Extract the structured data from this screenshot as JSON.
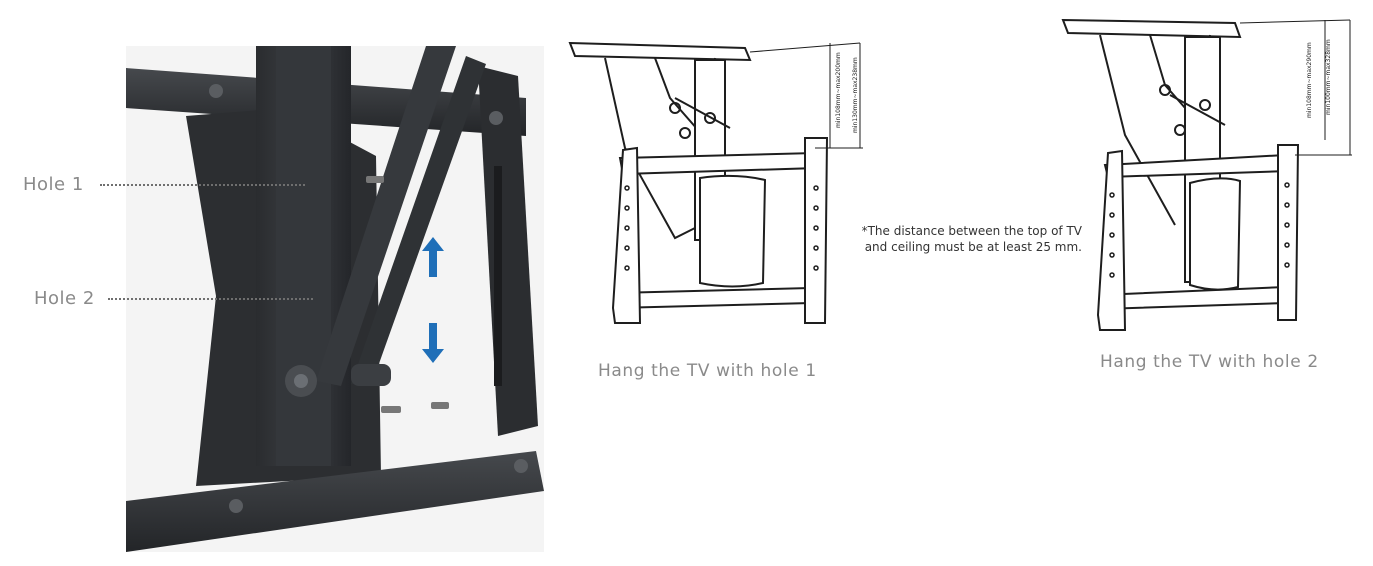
{
  "photo": {
    "hole1_label": "Hole 1",
    "hole2_label": "Hole 2",
    "arrow_color": "#1f6fb8",
    "metal_color": "#2e3033"
  },
  "diagram_left": {
    "caption": "Hang the TV with hole 1",
    "dim_inner": "min108mm~max200mm",
    "dim_outer": "min130mm~max238mm"
  },
  "diagram_right": {
    "caption": "Hang the TV with hole 2",
    "dim_inner": "min108mm~max290mm",
    "dim_outer": "min100mm~max328mm"
  },
  "note": {
    "line1": "*The distance between the top of TV",
    "line2": "and ceiling must be at least 25 mm."
  }
}
